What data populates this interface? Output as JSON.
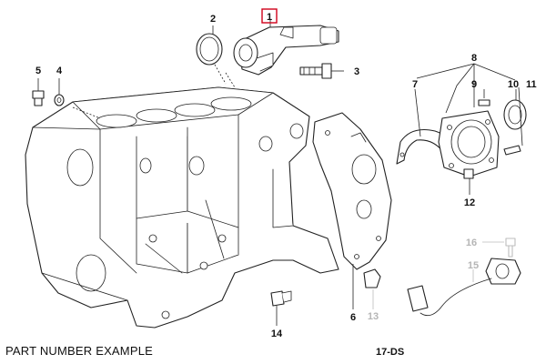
{
  "diagram": {
    "caption": "PART NUMBER EXAMPLE",
    "code": "17-DS",
    "highlight_color": "#d0001a",
    "callouts": [
      {
        "id": "c1",
        "label": "1",
        "highlighted": true,
        "dim": false
      },
      {
        "id": "c2",
        "label": "2",
        "highlighted": false,
        "dim": false
      },
      {
        "id": "c3",
        "label": "3",
        "highlighted": false,
        "dim": false
      },
      {
        "id": "c4",
        "label": "4",
        "highlighted": false,
        "dim": false
      },
      {
        "id": "c5",
        "label": "5",
        "highlighted": false,
        "dim": false
      },
      {
        "id": "c6",
        "label": "6",
        "highlighted": false,
        "dim": false
      },
      {
        "id": "c7",
        "label": "7",
        "highlighted": false,
        "dim": false
      },
      {
        "id": "c8",
        "label": "8",
        "highlighted": false,
        "dim": false
      },
      {
        "id": "c9",
        "label": "9",
        "highlighted": false,
        "dim": false
      },
      {
        "id": "c10",
        "label": "10",
        "highlighted": false,
        "dim": false
      },
      {
        "id": "c11",
        "label": "11",
        "highlighted": false,
        "dim": false
      },
      {
        "id": "c12",
        "label": "12",
        "highlighted": false,
        "dim": false
      },
      {
        "id": "c13",
        "label": "13",
        "highlighted": false,
        "dim": true
      },
      {
        "id": "c14",
        "label": "14",
        "highlighted": false,
        "dim": false
      },
      {
        "id": "c15",
        "label": "15",
        "highlighted": false,
        "dim": true
      },
      {
        "id": "c16",
        "label": "16",
        "highlighted": false,
        "dim": true
      }
    ]
  }
}
